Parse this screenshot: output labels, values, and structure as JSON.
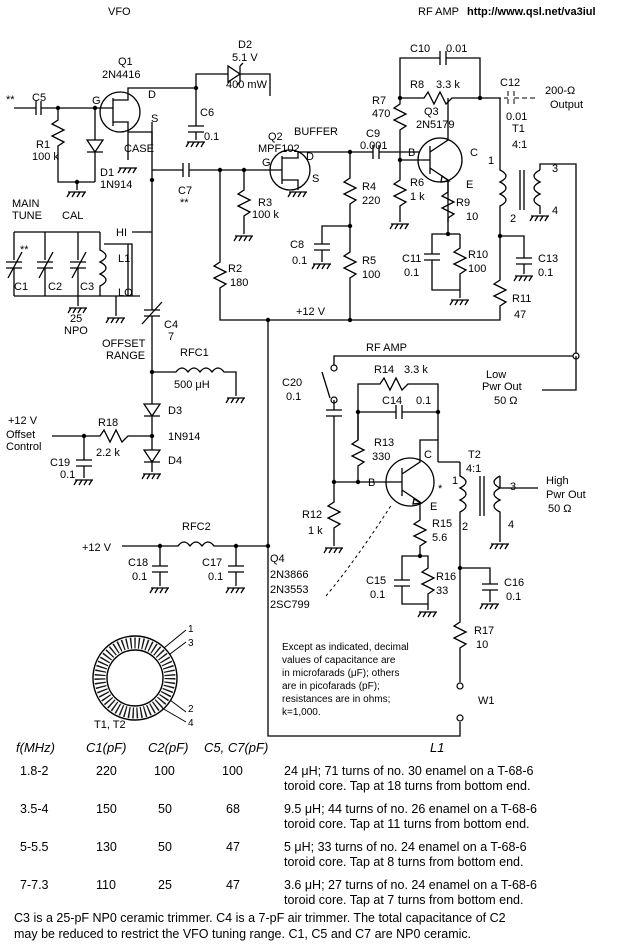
{
  "header": {
    "left": "VFO",
    "right": "RF AMP",
    "url": "http://www.qsl.net/va3iul"
  },
  "labels": {
    "q1": "Q1",
    "q1p": "2N4416",
    "g": "G",
    "d": "D",
    "s": "S",
    "case": "CASE",
    "c5": "C5",
    "stars": "**",
    "r1": "R1",
    "r1v": "100 k",
    "d1": "D1",
    "d1p": "1N914",
    "main": "MAIN",
    "tune": "TUNE",
    "cal": "CAL",
    "c1": "C1",
    "c2": "C2",
    "c3": "C3",
    "hi": "HI",
    "l1": "L1",
    "lo": "LO",
    "v25": "25",
    "npo": "NPO",
    "c4": "C4",
    "c4v": "7",
    "offset": "OFFSET",
    "range": "RANGE",
    "d2": "D2",
    "d2v": "5.1 V",
    "d2p": "400 mW",
    "c6": "C6",
    "c6v": "0.1",
    "q2": "Q2",
    "q2p": "MPF102",
    "c7": "C7",
    "c7s": "**",
    "r3": "R3",
    "r3v": "100 k",
    "r2": "R2",
    "r2v": "180",
    "buffer": "BUFFER",
    "c8": "C8",
    "c8v": "0.1",
    "r4": "R4",
    "r4v": "220",
    "r5": "R5",
    "r5v": "100",
    "v12": "+12 V",
    "c9": "C9",
    "c9v": "0.001",
    "c10": "C10",
    "c10v": "0.01",
    "r8": "R8",
    "r8v": "3.3 k",
    "r7": "R7",
    "r7v": "470",
    "q3": "Q3",
    "q3p": "2N5179",
    "b": "B",
    "c": "C",
    "e": "E",
    "r6": "R6",
    "r6v": "1 k",
    "r9": "R9",
    "r9v": "10",
    "c11": "C11",
    "c11v": "0.1",
    "r10": "R10",
    "r10v": "100",
    "c12": "C12",
    "c12v": "0.01",
    "out1": "200-Ω",
    "out2": "Output",
    "t1": "T1",
    "t1r": "4:1",
    "n1": "1",
    "n2": "2",
    "n3": "3",
    "n4": "4",
    "c13": "C13",
    "c13v": "0.1",
    "r11": "R11",
    "r11v": "47",
    "rfc1": "RFC1",
    "rfc1v": "500 μH",
    "d3": "D3",
    "d3p": "1N914",
    "d4": "D4",
    "v12o": "+12 V",
    "offc1": "Offset",
    "offc2": "Control",
    "r18": "R18",
    "r18v": "2.2 k",
    "c19": "C19",
    "c19v": "0.1",
    "rfamp": "RF AMP",
    "lowp1": "Low",
    "lowp2": "Pwr Out",
    "lowp3": "50 Ω",
    "c20": "C20",
    "c20v": "0.1",
    "r14": "R14",
    "r14v": "3.3 k",
    "c14": "C14",
    "c14v": "0.1",
    "r13": "R13",
    "r13v": "330",
    "r12": "R12",
    "r12v": "1 k",
    "star": "*",
    "t2": "T2",
    "t2r": "4:1",
    "hp1": "High",
    "hp2": "Pwr Out",
    "hp3": "50 Ω",
    "r15": "R15",
    "r15v": "5.6",
    "r16": "R16",
    "r16v": "33",
    "c15": "C15",
    "c15v": "0.1",
    "c16": "C16",
    "c16v": "0.1",
    "r17": "R17",
    "r17v": "10",
    "q4": "Q4",
    "q4a": "2N3866",
    "q4b": "2N3553",
    "q4c": "2SC799",
    "v12r": "+12 V",
    "rfc2": "RFC2",
    "c18": "C18",
    "c18v": "0.1",
    "c17": "C17",
    "c17v": "0.1",
    "w1": "W1",
    "tt": "T1, T2",
    "l1cap": "L1"
  },
  "note": [
    "Except as indicated, decimal",
    "values of capacitance are",
    "in microfarads (μF); others",
    "are in picofarads (pF);",
    "resistances are in ohms;",
    "k=1,000."
  ],
  "table": {
    "headers": [
      "f(MHz)",
      "C1(pF)",
      "C2(pF)",
      "C5, C7(pF)",
      "L1"
    ],
    "rows": [
      {
        "f": "1.8-2",
        "c1": "220",
        "c2": "100",
        "c5": "100",
        "l1a": "24 μH; 71 turns of no. 30 enamel on a T-68-6",
        "l1b": "toroid core. Tap at 18 turns from bottom end."
      },
      {
        "f": "3.5-4",
        "c1": "150",
        "c2": "50",
        "c5": "68",
        "l1a": "9.5 μH; 44 turns of no. 26 enamel on a T-68-6",
        "l1b": "toroid core. Tap at 11 turns from bottom end."
      },
      {
        "f": "5-5.5",
        "c1": "130",
        "c2": "50",
        "c5": "47",
        "l1a": "5 μH; 33 turns of no. 24 enamel on a T-68-6",
        "l1b": "toroid core. Tap at 8 turns from bottom end."
      },
      {
        "f": "7-7.3",
        "c1": "110",
        "c2": "25",
        "c5": "47",
        "l1a": "3.6 μH; 27 turns of no. 24 enamel on a T-68-6",
        "l1b": "toroid core. Tap at 7 turns from bottom end."
      }
    ]
  },
  "footnote": [
    "C3 is a 25-pF NP0 ceramic trimmer. C4 is a 7-pF air trimmer. The total capacitance of C2",
    "may be reduced to restrict the VFO tuning range. C1, C5 and C7 are NP0 ceramic."
  ]
}
